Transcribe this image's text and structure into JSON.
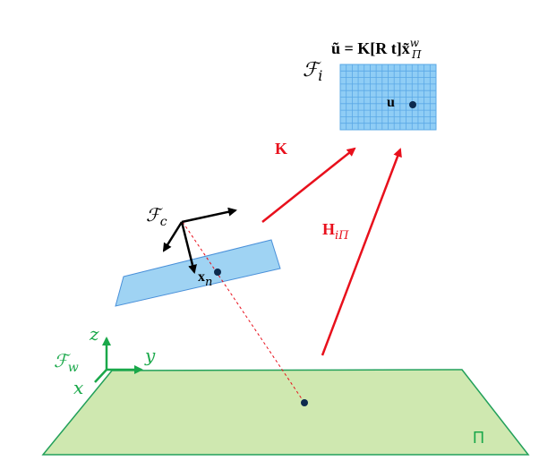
{
  "colors": {
    "ground_fill": "#cfe8b0",
    "ground_stroke": "#22a05a",
    "image_fill": "#8fcdf5",
    "image_grid": "#5aa8e6",
    "camera_plane_fill": "#9fd3f3",
    "camera_plane_stroke": "#4a90d9",
    "red": "#e8101c",
    "dark_point": "#0d2a4e",
    "black": "#000000",
    "world_axes": "#1aa84a"
  },
  "labels": {
    "equation_lhs": "ũ",
    "equation_eq": " = ",
    "equation_K": "K[R  t]",
    "equation_xtilde": "x̃",
    "equation_sup": "w",
    "equation_sub": "Π",
    "frame_image_base": "ℱ",
    "frame_image_sub": "i",
    "pixel_label": "u",
    "K_label": "K",
    "H_label": "H",
    "H_sub": "iΠ",
    "frame_camera_base": "ℱ",
    "frame_camera_sub": "c",
    "xn_label": "x",
    "xn_sub": "n",
    "frame_world_base": "ℱ",
    "frame_world_sub": "w",
    "axis_z": "z",
    "axis_y": "y",
    "axis_x": "x",
    "plane_label": "Π"
  },
  "icons": {
    "arrow": "arrowhead",
    "point": "filled-circle"
  }
}
